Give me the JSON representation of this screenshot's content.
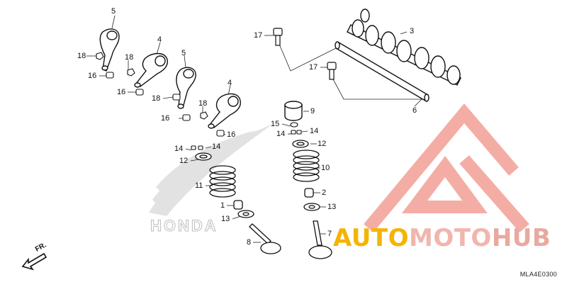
{
  "diagram": {
    "callouts": [
      {
        "id": "c5a",
        "text": "5"
      },
      {
        "id": "c18a",
        "text": "18"
      },
      {
        "id": "c18b",
        "text": "18"
      },
      {
        "id": "c16a",
        "text": "16"
      },
      {
        "id": "c4a",
        "text": "4"
      },
      {
        "id": "c16b",
        "text": "16"
      },
      {
        "id": "c5b",
        "text": "5"
      },
      {
        "id": "c18c",
        "text": "18"
      },
      {
        "id": "c16c",
        "text": "16"
      },
      {
        "id": "c18d",
        "text": "18"
      },
      {
        "id": "c4b",
        "text": "4"
      },
      {
        "id": "c16d",
        "text": "16"
      },
      {
        "id": "c17a",
        "text": "17"
      },
      {
        "id": "c3",
        "text": "3"
      },
      {
        "id": "c17b",
        "text": "17"
      },
      {
        "id": "c6",
        "text": "6"
      },
      {
        "id": "c9",
        "text": "9"
      },
      {
        "id": "c15",
        "text": "15"
      },
      {
        "id": "c14a",
        "text": "14"
      },
      {
        "id": "c14b",
        "text": "14"
      },
      {
        "id": "c14c",
        "text": "14"
      },
      {
        "id": "c14d",
        "text": "14"
      },
      {
        "id": "c12a",
        "text": "12"
      },
      {
        "id": "c12b",
        "text": "12"
      },
      {
        "id": "c10",
        "text": "10"
      },
      {
        "id": "c11",
        "text": "11"
      },
      {
        "id": "c2",
        "text": "2"
      },
      {
        "id": "c1",
        "text": "1"
      },
      {
        "id": "c13a",
        "text": "13"
      },
      {
        "id": "c13b",
        "text": "13"
      },
      {
        "id": "c8",
        "text": "8"
      },
      {
        "id": "c7",
        "text": "7"
      }
    ],
    "diagram_code": "MLA4E0300",
    "direction_label": "FR.",
    "watermark_text": "HONDA"
  },
  "brand": {
    "part1": "AUTO",
    "part2": "MOTO",
    "part3": "HUB",
    "colors": {
      "auto": "#f4b400",
      "moto": "#f2b5ad",
      "hub": "#e9a9a0"
    }
  }
}
